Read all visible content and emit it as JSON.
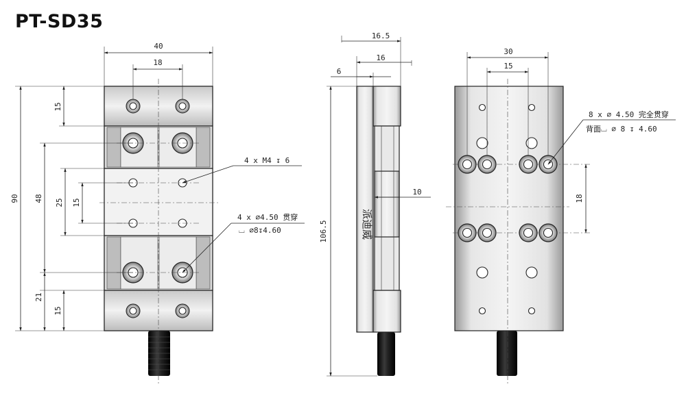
{
  "title": "PT-SD35",
  "watermark": "派迪威",
  "front": {
    "dims": {
      "width": "40",
      "hole_pitch_x": "18",
      "height": "90",
      "top_hole_offset": "15",
      "slot_span": "48",
      "m4_span": "25",
      "m4_half": "15",
      "bottom_span": "21",
      "bottom_hole_offset": "15"
    },
    "note_m4": "4 x M4 ↧ 6",
    "note_thru_1": "4 x ⌀4.50 贯穿",
    "note_thru_2": "⌴ ⌀8↧4.60"
  },
  "side": {
    "dims": {
      "overall_width": "16.5",
      "body_width": "16",
      "flange": "6",
      "height": "106.5",
      "block": "10"
    }
  },
  "back": {
    "dims": {
      "width": "30",
      "hole_pitch_x": "15",
      "hole_pitch_y": "18"
    },
    "note_1": "8 x ⌀ 4.50 完全贯穿",
    "note_2": "背面⌴ ⌀ 8 ↧ 4.60"
  },
  "colors": {
    "metal_light": "#e9e9e9",
    "metal_mid": "#bdbdbd",
    "metal_dark": "#777777",
    "knob": "#1a1a1a",
    "line": "#222222"
  }
}
